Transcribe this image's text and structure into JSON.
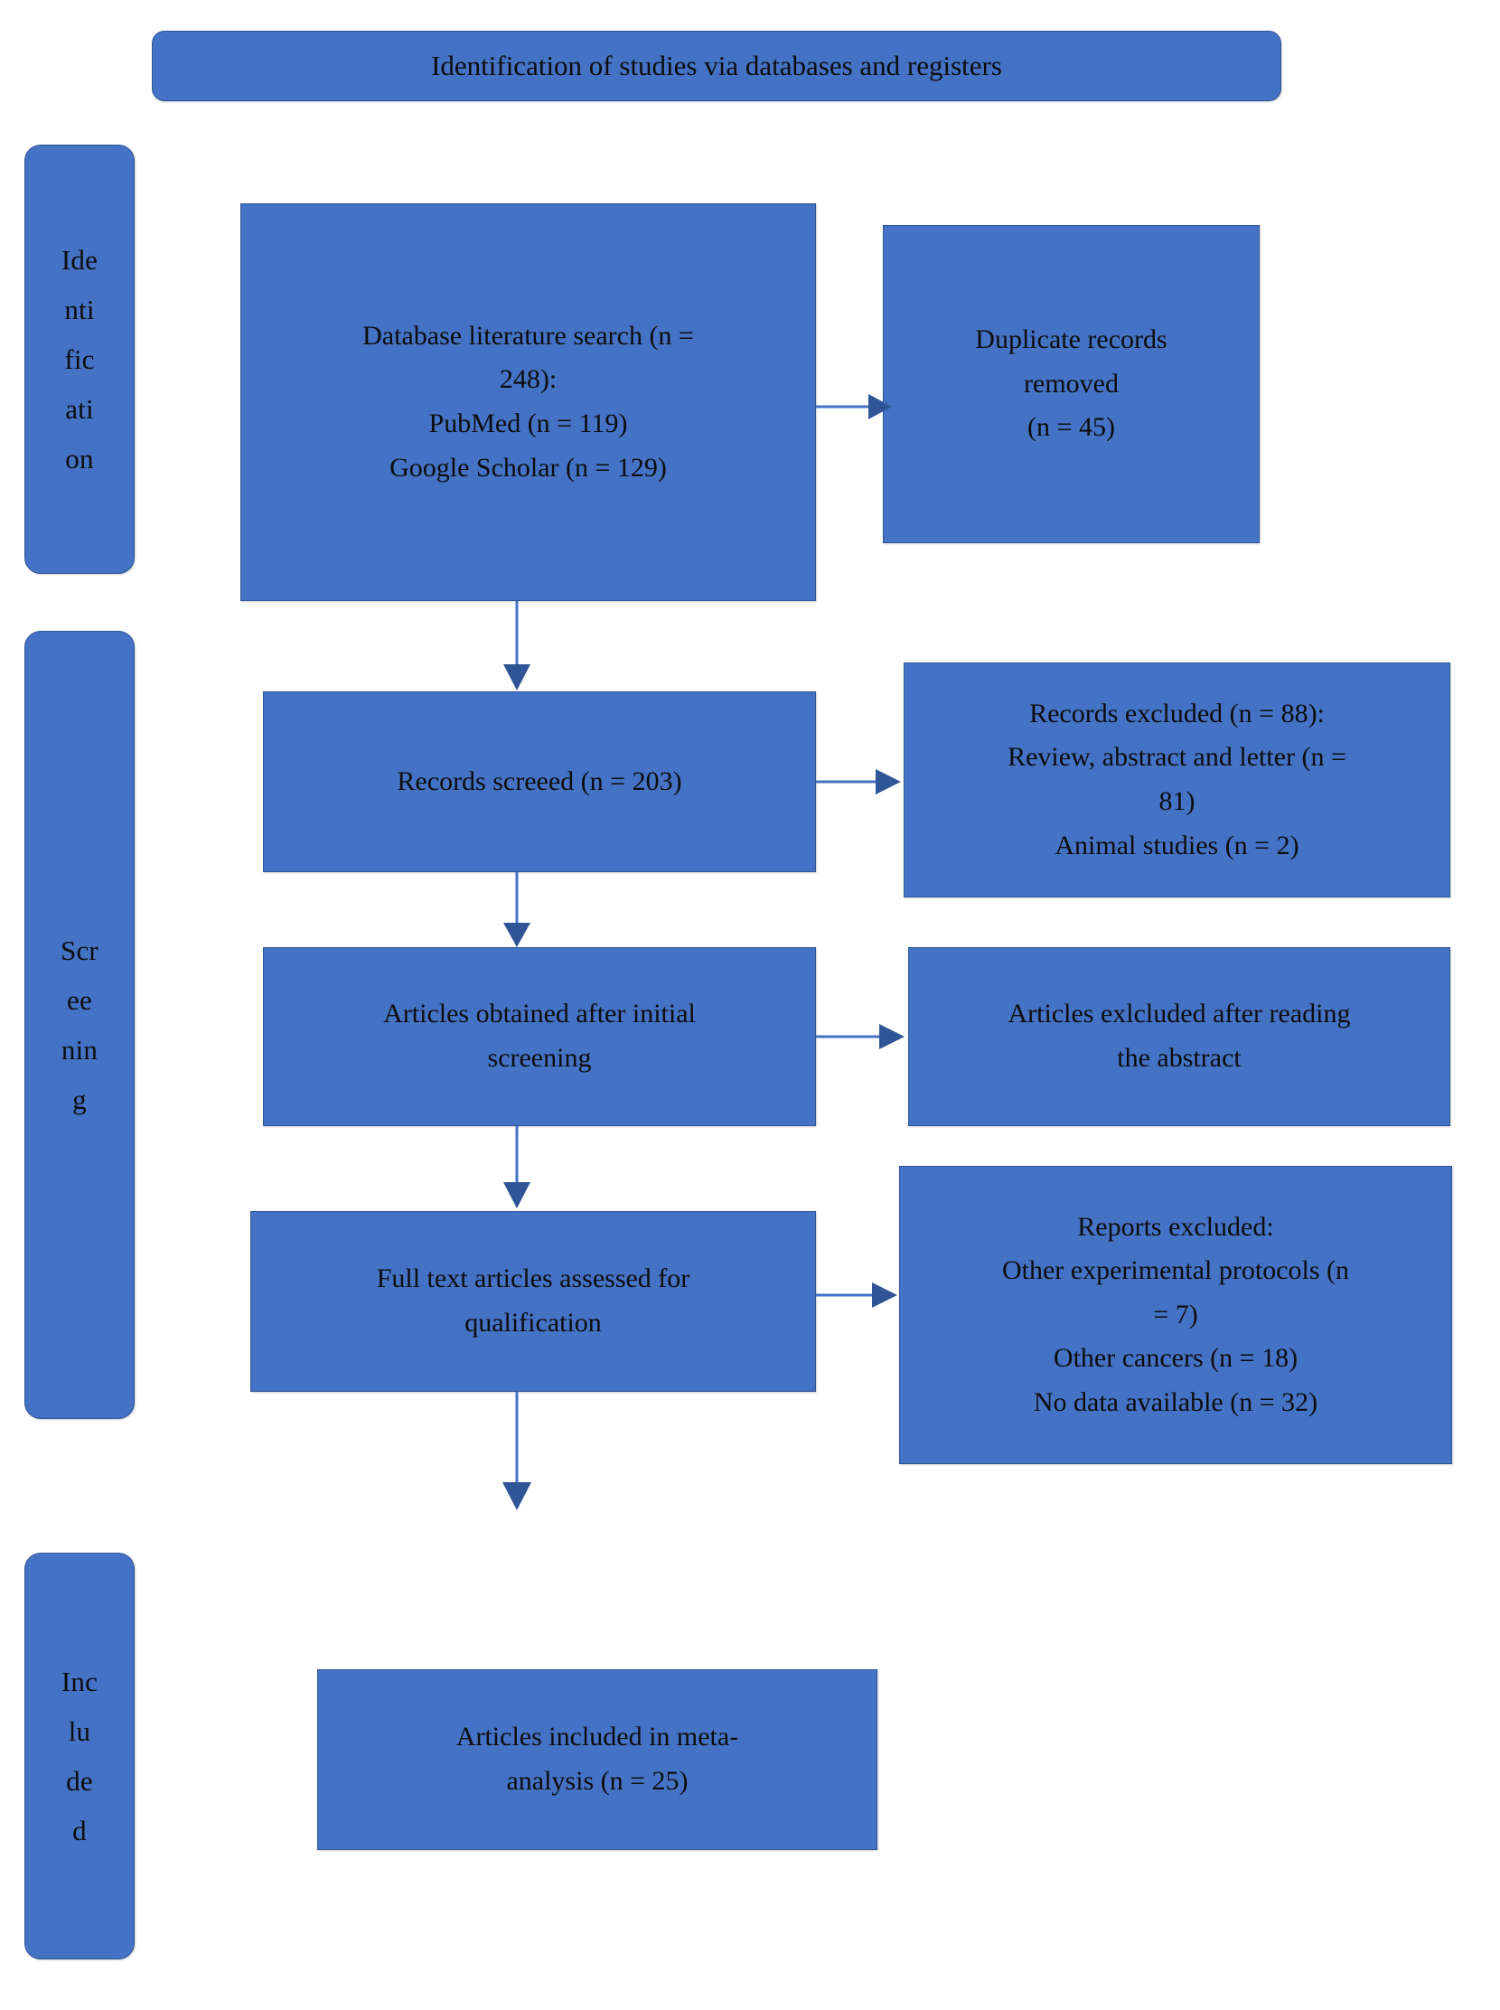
{
  "meta": {
    "accent_fill": "#4472C4",
    "accent_border": "#2F5597",
    "connector_color": "#4472C4",
    "text_color": "#0D0D0D",
    "background": "#FFFFFF"
  },
  "banner": {
    "title": "Identification of studies via databases and registers"
  },
  "rails": [
    {
      "id": "identification",
      "lines": [
        "Ide",
        "nti",
        "fic",
        "ati",
        "on"
      ]
    },
    {
      "id": "screening",
      "lines": [
        "Scr",
        "ee",
        "nin",
        "g"
      ]
    },
    {
      "id": "included",
      "lines": [
        "Inc",
        "lu",
        "de",
        "d"
      ]
    }
  ],
  "nodes": {
    "database_search": {
      "lines": [
        "Database literature search (n =",
        "248):",
        "PubMed (n = 119)",
        "Google Scholar (n = 129)"
      ]
    },
    "duplicates_removed": {
      "lines": [
        "Duplicate records",
        "removed",
        "(n = 45)"
      ]
    },
    "records_screened": {
      "lines": [
        "Records screeed (n = 203)"
      ]
    },
    "records_excluded": {
      "lines": [
        "Records excluded (n = 88):",
        "Review, abstract and letter (n =",
        "81)",
        "Animal studies (n = 2)"
      ]
    },
    "articles_obtained": {
      "lines": [
        "Articles obtained after initial",
        "screening"
      ]
    },
    "articles_excluded_abstract": {
      "lines": [
        "Articles exlcluded after reading",
        "the abstract"
      ]
    },
    "full_text_assessed": {
      "lines": [
        "Full text articles assessed for",
        "qualification"
      ]
    },
    "reports_excluded": {
      "lines": [
        "Reports excluded:",
        "Other experimental protocols (n",
        "= 7)",
        "Other cancers (n = 18)",
        "No data available (n = 32)"
      ]
    },
    "articles_included": {
      "lines": [
        "Articles included in meta-",
        "analysis (n = 25)"
      ]
    }
  },
  "connectors": [
    {
      "id": "search-to-duplicates",
      "direction": "right"
    },
    {
      "id": "search-to-screened",
      "direction": "down"
    },
    {
      "id": "screened-to-excluded",
      "direction": "right"
    },
    {
      "id": "screened-to-obtained",
      "direction": "down"
    },
    {
      "id": "obtained-to-abstract-excluded",
      "direction": "right"
    },
    {
      "id": "obtained-to-fulltext",
      "direction": "down"
    },
    {
      "id": "fulltext-to-reports-excluded",
      "direction": "right"
    },
    {
      "id": "fulltext-to-included",
      "direction": "down"
    }
  ]
}
